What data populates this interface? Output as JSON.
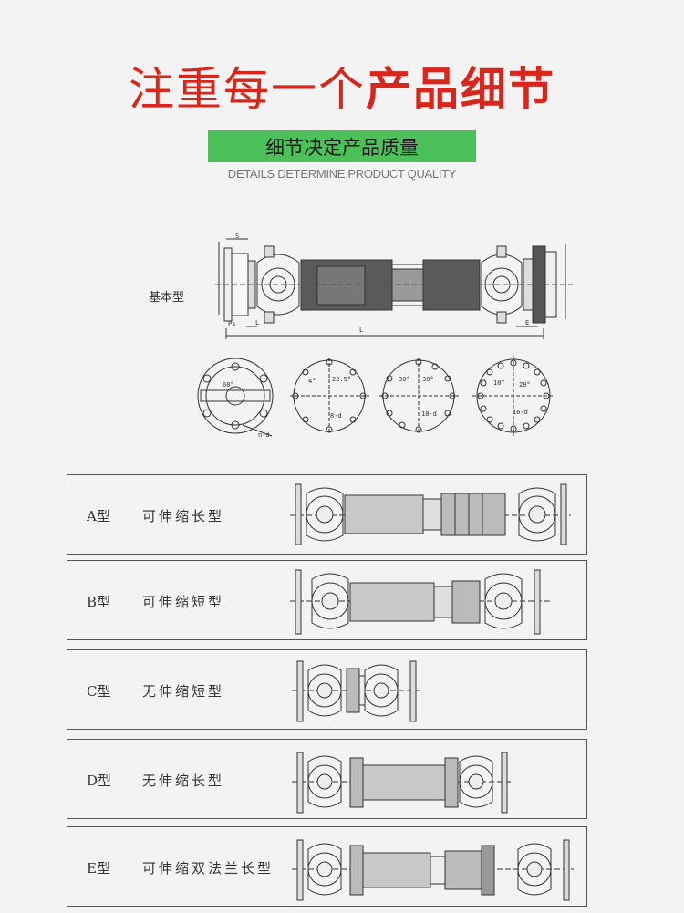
{
  "header": {
    "title_part1": "注重每一个",
    "title_part2": "产品细节",
    "badge": "细节决定产品质量",
    "subtitle": "DETAILS DETERMINE PRODUCT QUALITY"
  },
  "basic": {
    "label": "基本型",
    "dims": {
      "s": "S",
      "ps": "Ps",
      "l1": "L",
      "l2": "L",
      "e": "E"
    },
    "angles": [
      "60°",
      "22.5°",
      "4°",
      "8-d",
      "30°",
      "30°",
      "10-d",
      "10°",
      "20°",
      "16-d",
      "n-d"
    ]
  },
  "types": [
    {
      "code": "A型",
      "desc": "可伸缩长型"
    },
    {
      "code": "B型",
      "desc": "可伸缩短型"
    },
    {
      "code": "C型",
      "desc": "无伸缩短型"
    },
    {
      "code": "D型",
      "desc": "无伸缩长型"
    },
    {
      "code": "E型",
      "desc": "可伸缩双法兰长型"
    }
  ]
}
